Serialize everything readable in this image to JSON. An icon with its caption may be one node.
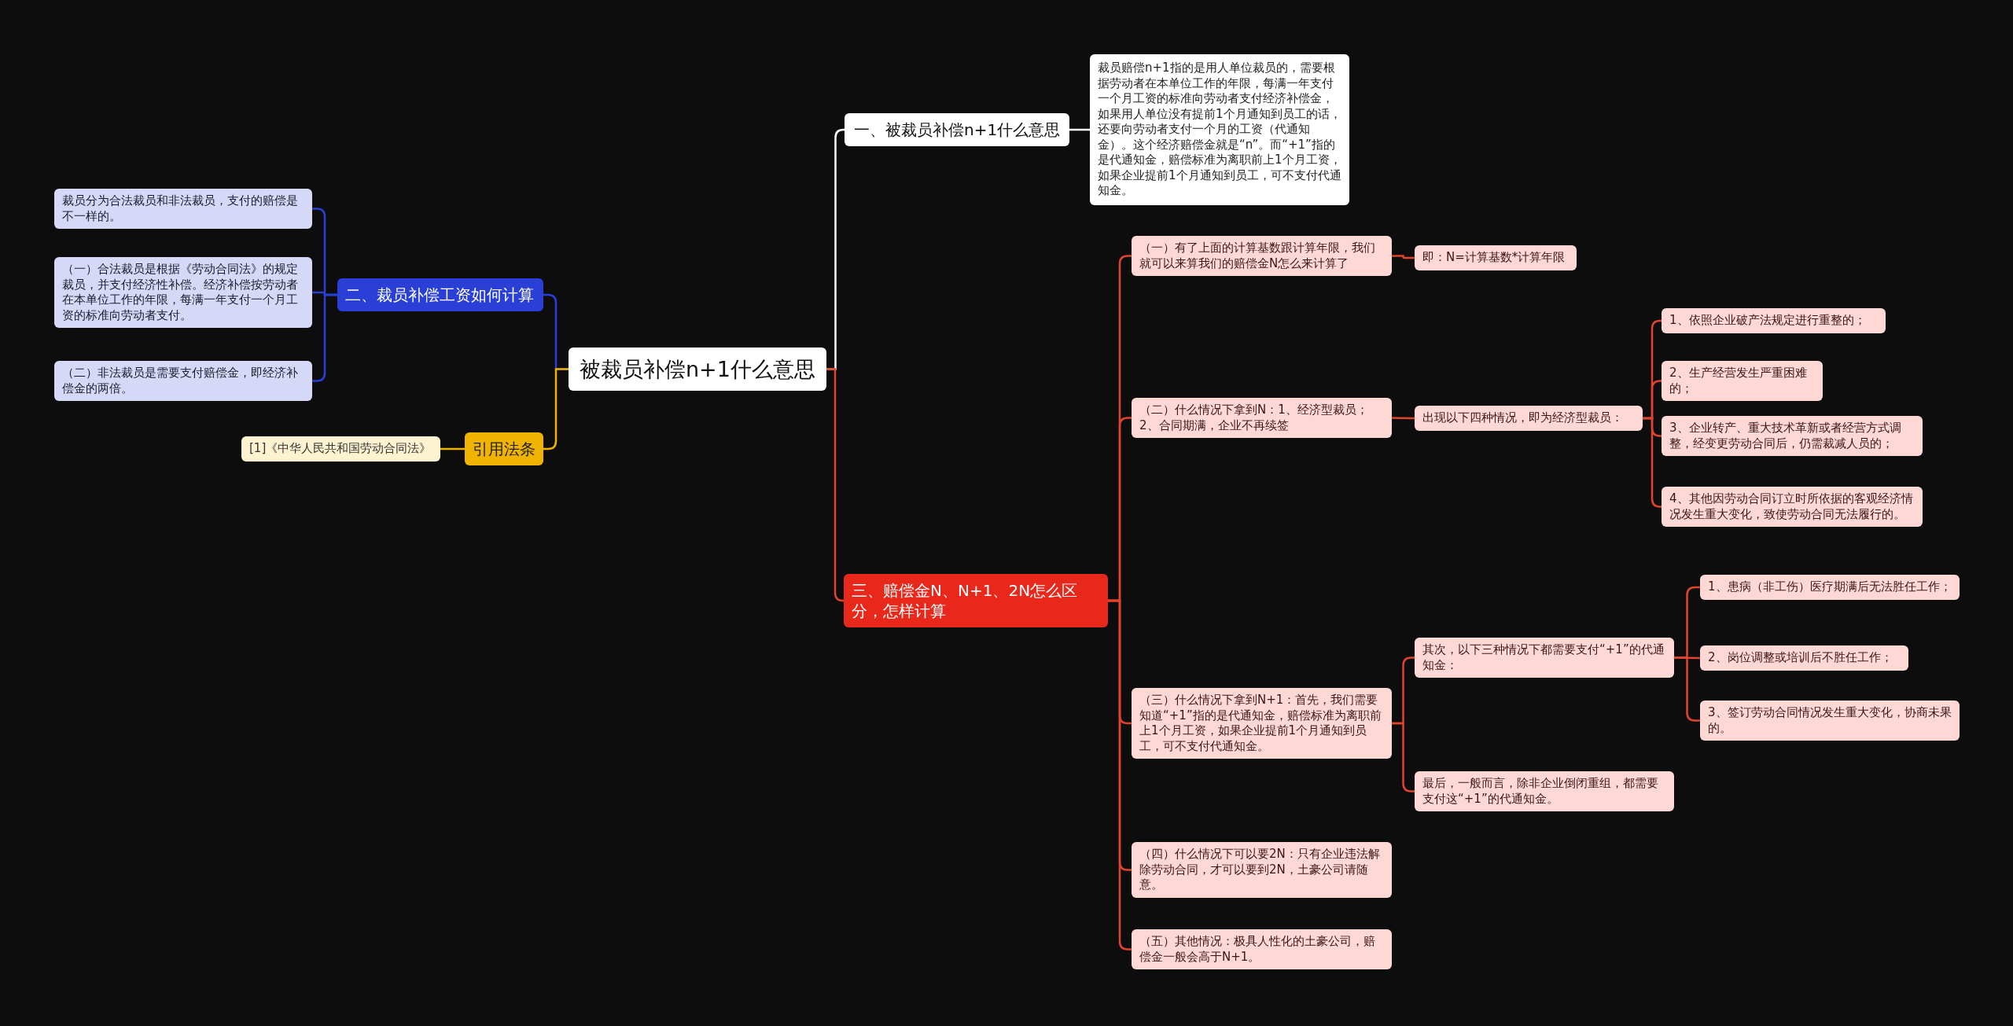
{
  "diagram": {
    "nodes": [
      {
        "text": [
          "被裁员补偿n+1什么意思"
        ]
      },
      {
        "text": [
          "一、被裁员补偿n+1什么意思"
        ]
      },
      {
        "text": [
          "裁员赔偿n+1指的是用人单位裁员的，需要根据劳动者在本单位工作的年限，每满一年支付一个月工资的标准向劳动者支付经济补偿金，如果用人单位没有提前1个月通知到员工的话，还要向劳动者支付一个月的工资（代通知金）。这个经济赔偿金就是“n”。而“+1”指的是代通知金，赔偿标准为离职前上1个月工资，如果企业提前1个月通知到员工，可不支付代通知金。"
        ]
      },
      {
        "text": [
          "二、裁员补偿工资如何计算"
        ]
      },
      {
        "text": [
          "裁员分为合法裁员和非法裁员，支付的赔偿是不一样的。"
        ]
      },
      {
        "text": [
          "（一）合法裁员是根据《劳动合同法》的规定裁员，并支付经济性补偿。经济补偿按劳动者在本单位工作的年限，每满一年支付一个月工资的标准向劳动者支付。"
        ]
      },
      {
        "text": [
          "（二）非法裁员是需要支付赔偿金，即经济补偿金的两倍。"
        ]
      },
      {
        "text": [
          "引用法条"
        ]
      },
      {
        "text": [
          "[1]《中华人民共和国劳动合同法》"
        ]
      },
      {
        "text": [
          "三、赔偿金N、N+1、2N怎么区分，怎样计算"
        ]
      },
      {
        "text": [
          "（一）有了上面的计算基数跟计算年限，我们就可以来算我们的赔偿金N怎么来计算了"
        ]
      },
      {
        "text": [
          "即：N=计算基数*计算年限"
        ]
      },
      {
        "text": [
          "（二）什么情况下拿到N：1、经济型裁员；2、合同期满，企业不再续签"
        ]
      },
      {
        "text": [
          "出现以下四种情况，即为经济型裁员："
        ]
      },
      {
        "text": [
          "1、依照企业破产法规定进行重整的；"
        ]
      },
      {
        "text": [
          "2、生产经营发生严重困难的；"
        ]
      },
      {
        "text": [
          "3、企业转产、重大技术革新或者经营方式调整，经变更劳动合同后，仍需裁减人员的；"
        ]
      },
      {
        "text": [
          "4、其他因劳动合同订立时所依据的客观经济情况发生重大变化，致使劳动合同无法履行的。"
        ]
      },
      {
        "text": [
          "（三）什么情况下拿到N+1：首先，我们需要知道“+1”指的是代通知金，赔偿标准为离职前上1个月工资，如果企业提前1个月通知到员工，可不支付代通知金。"
        ]
      },
      {
        "text": [
          "其次，以下三种情况下都需要支付“+1”的代通知金："
        ]
      },
      {
        "text": [
          "1、患病（非工伤）医疗期满后无法胜任工作；"
        ]
      },
      {
        "text": [
          "2、岗位调整或培训后不胜任工作；"
        ]
      },
      {
        "text": [
          "3、签订劳动合同情况发生重大变化，协商未果的。"
        ]
      },
      {
        "text": [
          "最后，一般而言，除非企业倒闭重组，都需要支付这“+1”的代通知金。"
        ]
      },
      {
        "text": [
          "（四）什么情况下可以要2N：只有企业违法解除劳动合同，才可以要到2N，土豪公司请随意。"
        ]
      },
      {
        "text": [
          "（五）其他情况：极具人性化的土豪公司，赔偿金一般会高于N+1。"
        ]
      }
    ],
    "edges": [
      {
        "from": 0,
        "to": 1,
        "arrow": "none",
        "color": "#ffffff"
      },
      {
        "from": 1,
        "to": 2,
        "arrow": "none",
        "color": "#ffffff"
      },
      {
        "from": 0,
        "to": 3,
        "arrow": "none",
        "color": "#2a3fd6"
      },
      {
        "from": 3,
        "to": 4,
        "arrow": "none",
        "color": "#2a3fd6"
      },
      {
        "from": 3,
        "to": 5,
        "arrow": "none",
        "color": "#2a3fd6"
      },
      {
        "from": 3,
        "to": 6,
        "arrow": "none",
        "color": "#2a3fd6"
      },
      {
        "from": 0,
        "to": 7,
        "arrow": "none",
        "color": "#f0b400"
      },
      {
        "from": 7,
        "to": 8,
        "arrow": "none",
        "color": "#f0b400"
      },
      {
        "from": 0,
        "to": 9,
        "arrow": "none"
      },
      {
        "from": 9,
        "to": 10,
        "arrow": "none"
      },
      {
        "from": 10,
        "to": 11,
        "arrow": "none"
      },
      {
        "from": 9,
        "to": 12,
        "arrow": "none"
      },
      {
        "from": 12,
        "to": 13,
        "arrow": "none"
      },
      {
        "from": 13,
        "to": 14,
        "arrow": "none"
      },
      {
        "from": 13,
        "to": 15,
        "arrow": "none"
      },
      {
        "from": 13,
        "to": 16,
        "arrow": "none"
      },
      {
        "from": 13,
        "to": 17,
        "arrow": "none"
      },
      {
        "from": 9,
        "to": 18,
        "arrow": "none"
      },
      {
        "from": 18,
        "to": 19,
        "arrow": "none"
      },
      {
        "from": 19,
        "to": 20,
        "arrow": "none"
      },
      {
        "from": 19,
        "to": 21,
        "arrow": "none"
      },
      {
        "from": 19,
        "to": 22,
        "arrow": "none"
      },
      {
        "from": 18,
        "to": 23,
        "arrow": "none"
      },
      {
        "from": 9,
        "to": 24,
        "arrow": "none"
      },
      {
        "from": 9,
        "to": 25,
        "arrow": "none"
      }
    ]
  }
}
